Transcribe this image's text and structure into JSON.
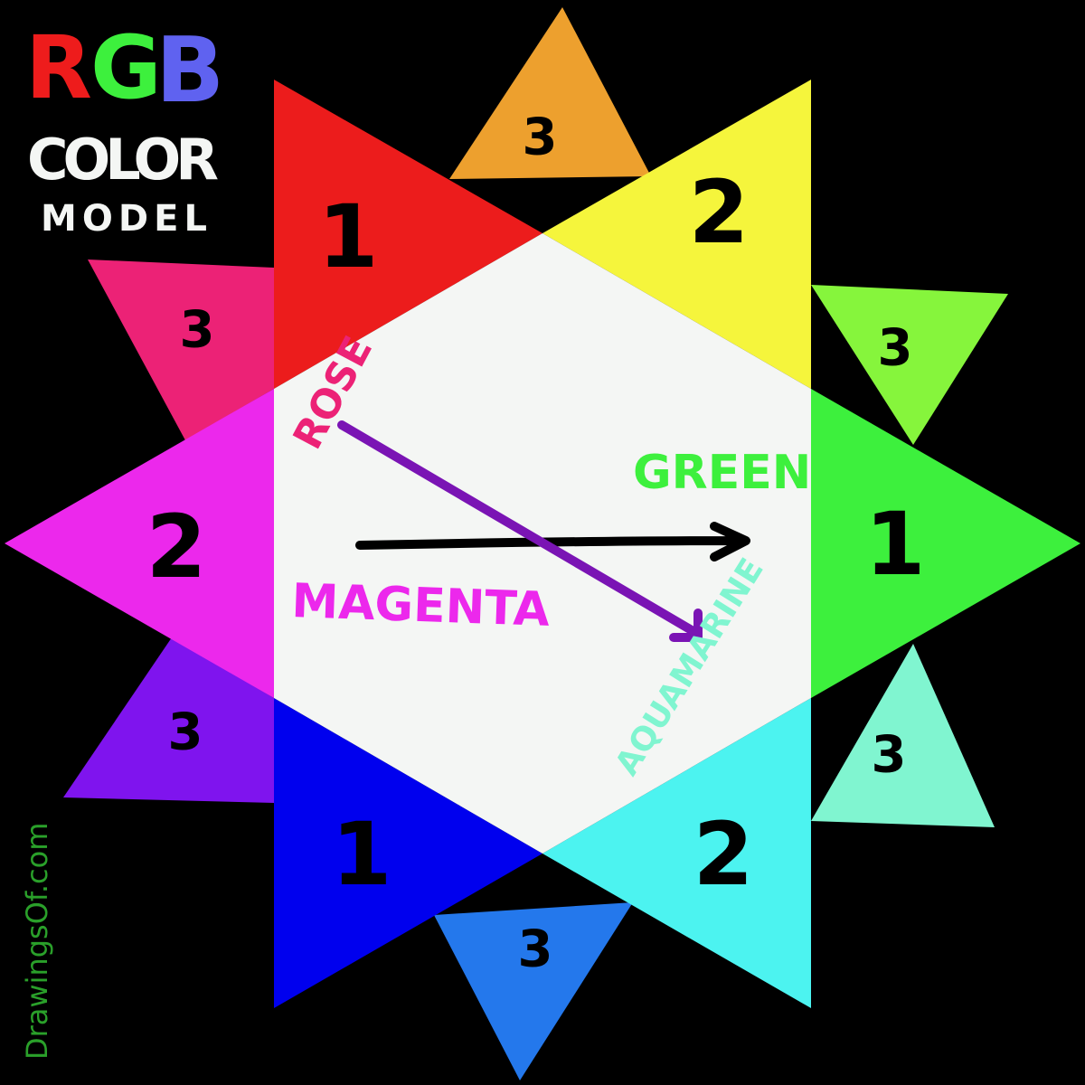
{
  "title": {
    "letters": [
      {
        "text": "R",
        "color": "#ee1c1c"
      },
      {
        "text": "G",
        "color": "#3df03d"
      },
      {
        "text": "B",
        "color": "#5f62f0"
      }
    ],
    "line2": "COLOR",
    "line3": "MODEL",
    "text_color": "#f4f6f4"
  },
  "center_color": "#f4f6f4",
  "primaries": [
    {
      "name": "red",
      "level": "1",
      "color": "#ec1c1c"
    },
    {
      "name": "yellow",
      "level": "2",
      "color": "#f5f53c"
    },
    {
      "name": "green",
      "level": "1",
      "color": "#3df03d"
    },
    {
      "name": "cyan",
      "level": "2",
      "color": "#4cf3f0"
    },
    {
      "name": "blue",
      "level": "1",
      "color": "#0000ee"
    },
    {
      "name": "magenta",
      "level": "2",
      "color": "#ec28ec"
    }
  ],
  "tertiaries": [
    {
      "name": "orange",
      "level": "3",
      "color": "#eda02e"
    },
    {
      "name": "chartreuse",
      "level": "3",
      "color": "#86f53c"
    },
    {
      "name": "spring-green",
      "level": "3",
      "color": "#80f5d0"
    },
    {
      "name": "azure",
      "level": "3",
      "color": "#2478ec"
    },
    {
      "name": "violet",
      "level": "3",
      "color": "#7f14ee"
    },
    {
      "name": "rose",
      "level": "3",
      "color": "#ec2276"
    }
  ],
  "labels": {
    "rose": {
      "text": "ROSE",
      "color": "#ec2276"
    },
    "green": {
      "text": "GREEN",
      "color": "#3df03d"
    },
    "magenta": {
      "text": "MAGENTA",
      "color": "#ec28ec"
    },
    "aquamarine": {
      "text": "AQUAMARINE",
      "color": "#80f5d0"
    }
  },
  "arrows": {
    "black": "#000000",
    "purple": "#7a14b4"
  },
  "watermark": {
    "text": "DrawingsOf.com",
    "color": "#2aa02a"
  }
}
